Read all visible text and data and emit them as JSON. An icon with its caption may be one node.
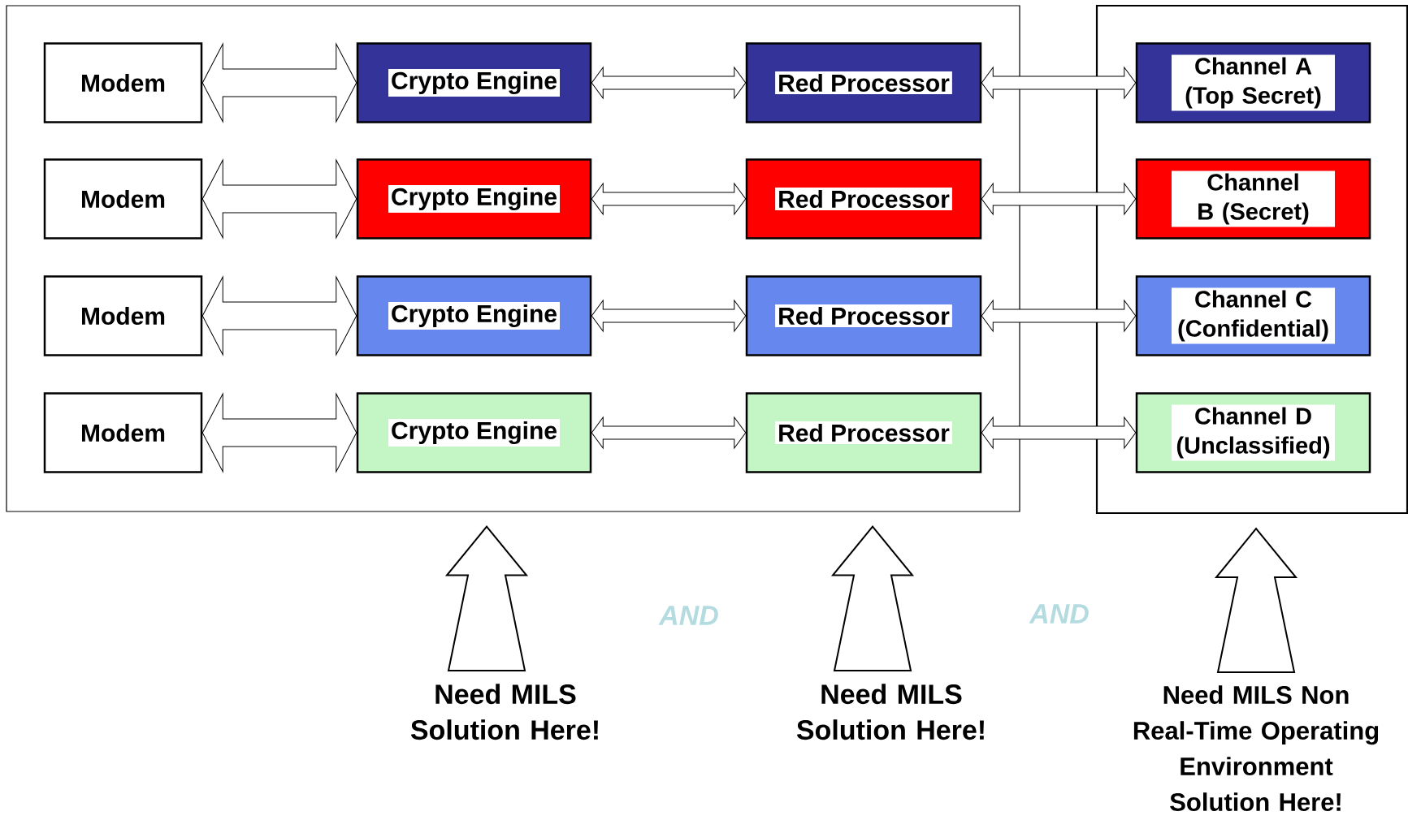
{
  "diagram": {
    "nodes": [
      {
        "text": [],
        "shape": "box"
      },
      {
        "text": [
          "Modem"
        ],
        "in": 0
      },
      {
        "text": [
          "Crypto Engine"
        ],
        "in": 0
      },
      {
        "text": [
          "Red Processor"
        ],
        "in": 0
      },
      {
        "text": [
          "Modem"
        ],
        "in": 0
      },
      {
        "text": [
          "Crypto Engine"
        ],
        "in": 0
      },
      {
        "text": [
          "Red Processor"
        ],
        "in": 0
      },
      {
        "text": [
          "Modem"
        ],
        "in": 0
      },
      {
        "text": [
          "Crypto Engine"
        ],
        "in": 0
      },
      {
        "text": [
          "Red Processor"
        ],
        "in": 0
      },
      {
        "text": [
          "Modem"
        ],
        "in": 0
      },
      {
        "text": [
          "Crypto Engine"
        ],
        "in": 0
      },
      {
        "text": [
          "Red Processor"
        ],
        "in": 0
      },
      {
        "text": [],
        "shape": "box"
      },
      {
        "text": [
          "Channel A (Top Secret)"
        ],
        "in": 13
      },
      {
        "text": [
          "Channel B (Secret)"
        ],
        "in": 13
      },
      {
        "text": [
          "Channel C (Confidential)"
        ],
        "in": 13
      },
      {
        "text": [
          "Channel D (Unclassified)"
        ],
        "in": 13
      },
      {
        "text": [
          "Need MILS Solution Here!"
        ]
      },
      {
        "text": [
          "Need MILS Solution Here!"
        ]
      },
      {
        "text": [
          "Need MILS Non Real-Time Operating Environment Solution Here!"
        ]
      }
    ],
    "edges": [
      {
        "from": 1,
        "to": 2,
        "arrow": "both"
      },
      {
        "from": 2,
        "to": 3,
        "arrow": "both"
      },
      {
        "from": 3,
        "to": 14,
        "arrow": "both"
      },
      {
        "from": 4,
        "to": 5,
        "arrow": "both"
      },
      {
        "from": 5,
        "to": 6,
        "arrow": "both"
      },
      {
        "from": 6,
        "to": 15,
        "arrow": "both"
      },
      {
        "from": 7,
        "to": 8,
        "arrow": "both"
      },
      {
        "from": 8,
        "to": 9,
        "arrow": "both"
      },
      {
        "from": 9,
        "to": 16,
        "arrow": "both"
      },
      {
        "from": 10,
        "to": 11,
        "arrow": "both"
      },
      {
        "from": 11,
        "to": 12,
        "arrow": "both"
      },
      {
        "from": 12,
        "to": 17,
        "arrow": "both"
      },
      {
        "from": 18,
        "to": 0,
        "arrow": "to"
      },
      {
        "from": 19,
        "to": 0,
        "arrow": "to"
      },
      {
        "from": 20,
        "to": 13,
        "arrow": "to"
      }
    ],
    "labels": [
      "AND",
      "AND"
    ]
  }
}
